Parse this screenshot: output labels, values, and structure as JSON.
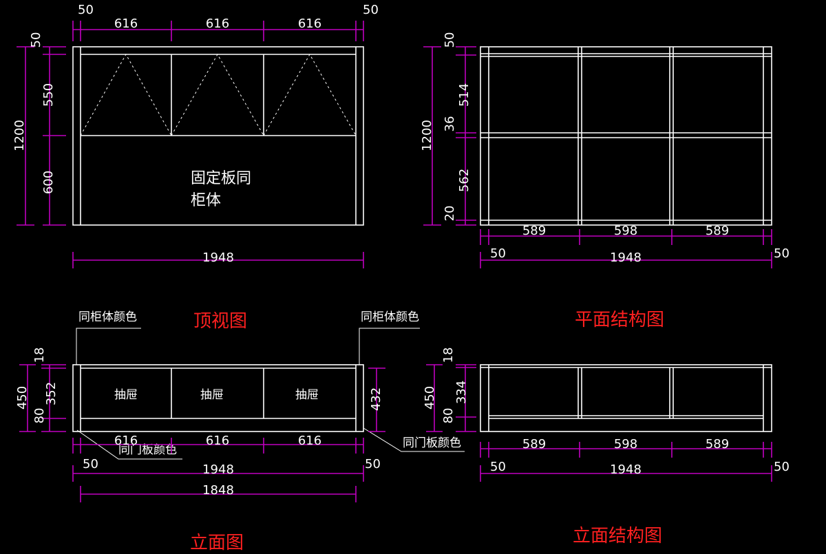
{
  "colors": {
    "background": "#000000",
    "outline": "#ffffff",
    "dimension": "#c000c0",
    "title": "#ff2020"
  },
  "titles": {
    "top_view": "顶视图",
    "plan_structure": "平面结构图",
    "elevation": "立面图",
    "elevation_structure": "立面结构图"
  },
  "top_view": {
    "w_left": "50",
    "w_1": "616",
    "w_2": "616",
    "w_3": "616",
    "w_right": "50",
    "total": "1948",
    "h_total": "1200",
    "h_top": "50",
    "h_door": "550",
    "h_bottom": "600",
    "note_line1": "固定板同",
    "note_line2": "柜体"
  },
  "plan_structure": {
    "h_total": "1200",
    "h_top": "50",
    "h_upper": "514",
    "h_mid": "36",
    "h_lower": "562",
    "h_bottom": "20",
    "w_1": "589",
    "w_2": "598",
    "w_3": "589",
    "w_left": "50",
    "w_right": "50",
    "total": "1948"
  },
  "elevation": {
    "note_left": "同柜体颜色",
    "note_right": "同柜体颜色",
    "drawer_1": "抽屉",
    "drawer_2": "抽屉",
    "drawer_3": "抽屉",
    "h_total": "450",
    "h_top": "18",
    "h_mid": "352",
    "h_bottom": "80",
    "h_right": "432",
    "w_1": "616",
    "w_2": "616",
    "w_3": "616",
    "door_note_left": "同门板颜色",
    "door_note_right": "同门板颜色",
    "w_left": "50",
    "w_right": "50",
    "total": "1948",
    "inner": "1848"
  },
  "elevation_structure": {
    "h_total": "450",
    "h_top": "18",
    "h_mid": "334",
    "h_bottom": "80",
    "w_1": "589",
    "w_2": "598",
    "w_3": "589",
    "w_left": "50",
    "w_right": "50",
    "total": "1948"
  }
}
